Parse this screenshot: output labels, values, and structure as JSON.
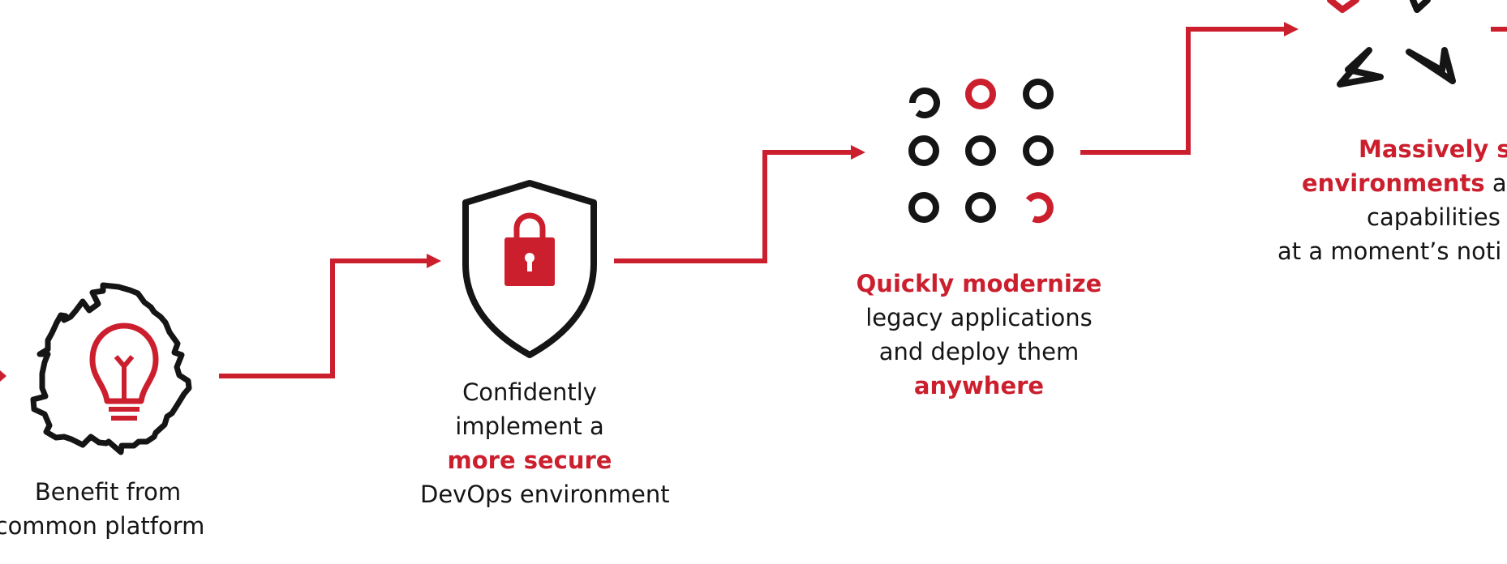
{
  "colors": {
    "accent": "#cc1f2e",
    "ink": "#151515",
    "background": "#ffffff"
  },
  "steps": [
    {
      "icon": "lightbulb-gear-icon",
      "lines": [
        {
          "parts": [
            {
              "text": "Benefit from",
              "emphasis": false
            }
          ]
        },
        {
          "parts": [
            {
              "text": "common platform",
              "emphasis": false
            }
          ]
        }
      ]
    },
    {
      "icon": "shield-lock-icon",
      "lines": [
        {
          "parts": [
            {
              "text": "Confidently",
              "emphasis": false
            }
          ]
        },
        {
          "parts": [
            {
              "text": "implement a",
              "emphasis": false
            }
          ]
        },
        {
          "parts": [
            {
              "text": "more secure",
              "emphasis": true
            }
          ]
        },
        {
          "parts": [
            {
              "text": "DevOps environment",
              "emphasis": false
            }
          ]
        }
      ]
    },
    {
      "icon": "dot-grid-icon",
      "lines": [
        {
          "parts": [
            {
              "text": "Quickly modernize",
              "emphasis": true
            }
          ]
        },
        {
          "parts": [
            {
              "text": "legacy applications",
              "emphasis": false
            }
          ]
        },
        {
          "parts": [
            {
              "text": "and deploy them",
              "emphasis": false
            }
          ]
        },
        {
          "parts": [
            {
              "text": "anywhere",
              "emphasis": true
            }
          ]
        }
      ]
    },
    {
      "icon": "scale-arrows-icon",
      "lines": [
        {
          "parts": [
            {
              "text": "Massively scale",
              "emphasis": true
            }
          ]
        },
        {
          "parts": [
            {
              "text": "environments",
              "emphasis": true
            },
            {
              "text": " an",
              "emphasis": false
            }
          ]
        },
        {
          "parts": [
            {
              "text": "capabilities",
              "emphasis": false
            }
          ]
        },
        {
          "parts": [
            {
              "text": "at a moment’s noti",
              "emphasis": false
            }
          ]
        }
      ]
    }
  ]
}
